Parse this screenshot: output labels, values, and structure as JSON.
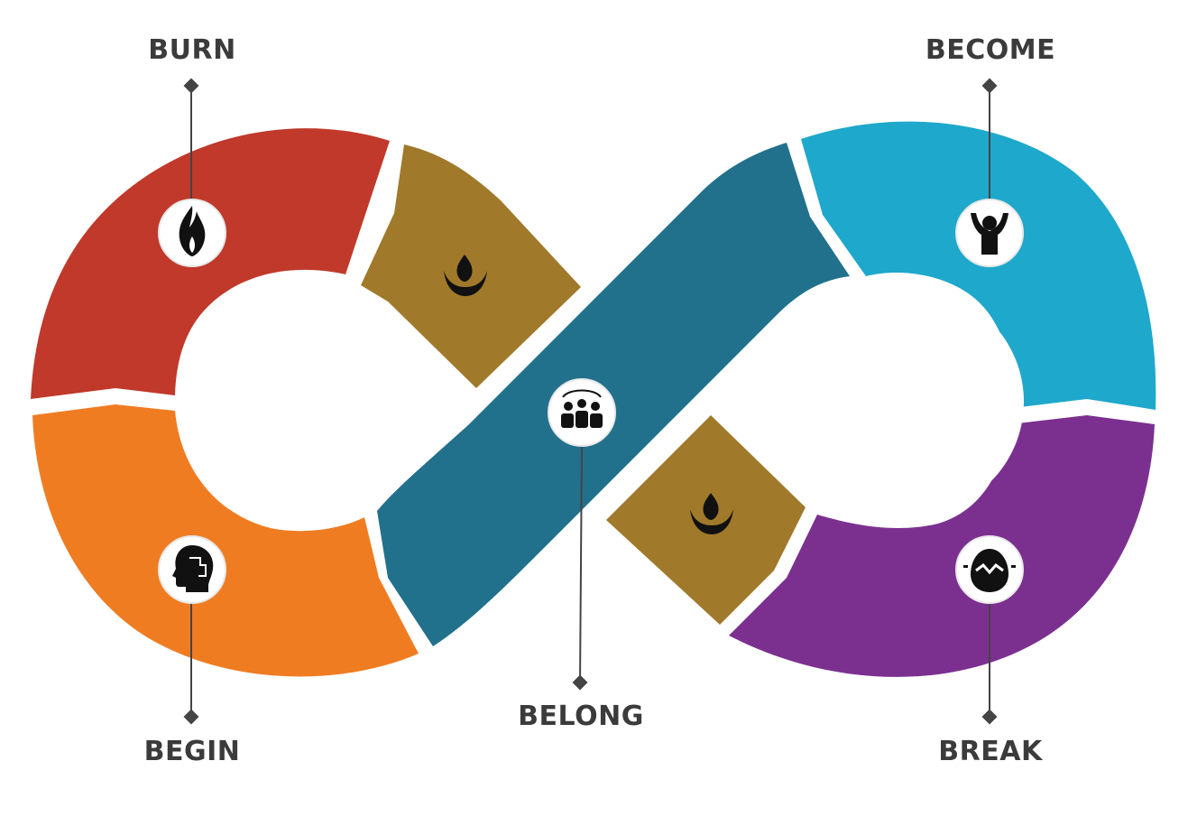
{
  "labels": {
    "burn": "BURN",
    "become": "BECOME",
    "begin": "BEGIN",
    "belong": "BELONG",
    "break": "BREAK"
  },
  "colors": {
    "burn_segment": "#c0392b",
    "begin_segment": "#f07c22",
    "belong_band": "#22718c",
    "become_segment": "#1ea8cb",
    "break_segment": "#7b3090",
    "connector_tiles": "#a0792b",
    "label_text": "#3b3b3b",
    "leader_line": "#444444"
  },
  "icons": {
    "burn": "flame-icon",
    "begin": "head-puzzle-icon",
    "belong": "group-people-icon",
    "become": "raised-arms-person-icon",
    "break": "cracked-egg-icon",
    "connector_upper": "flame-bowl-icon",
    "connector_lower": "flame-bowl-icon"
  }
}
